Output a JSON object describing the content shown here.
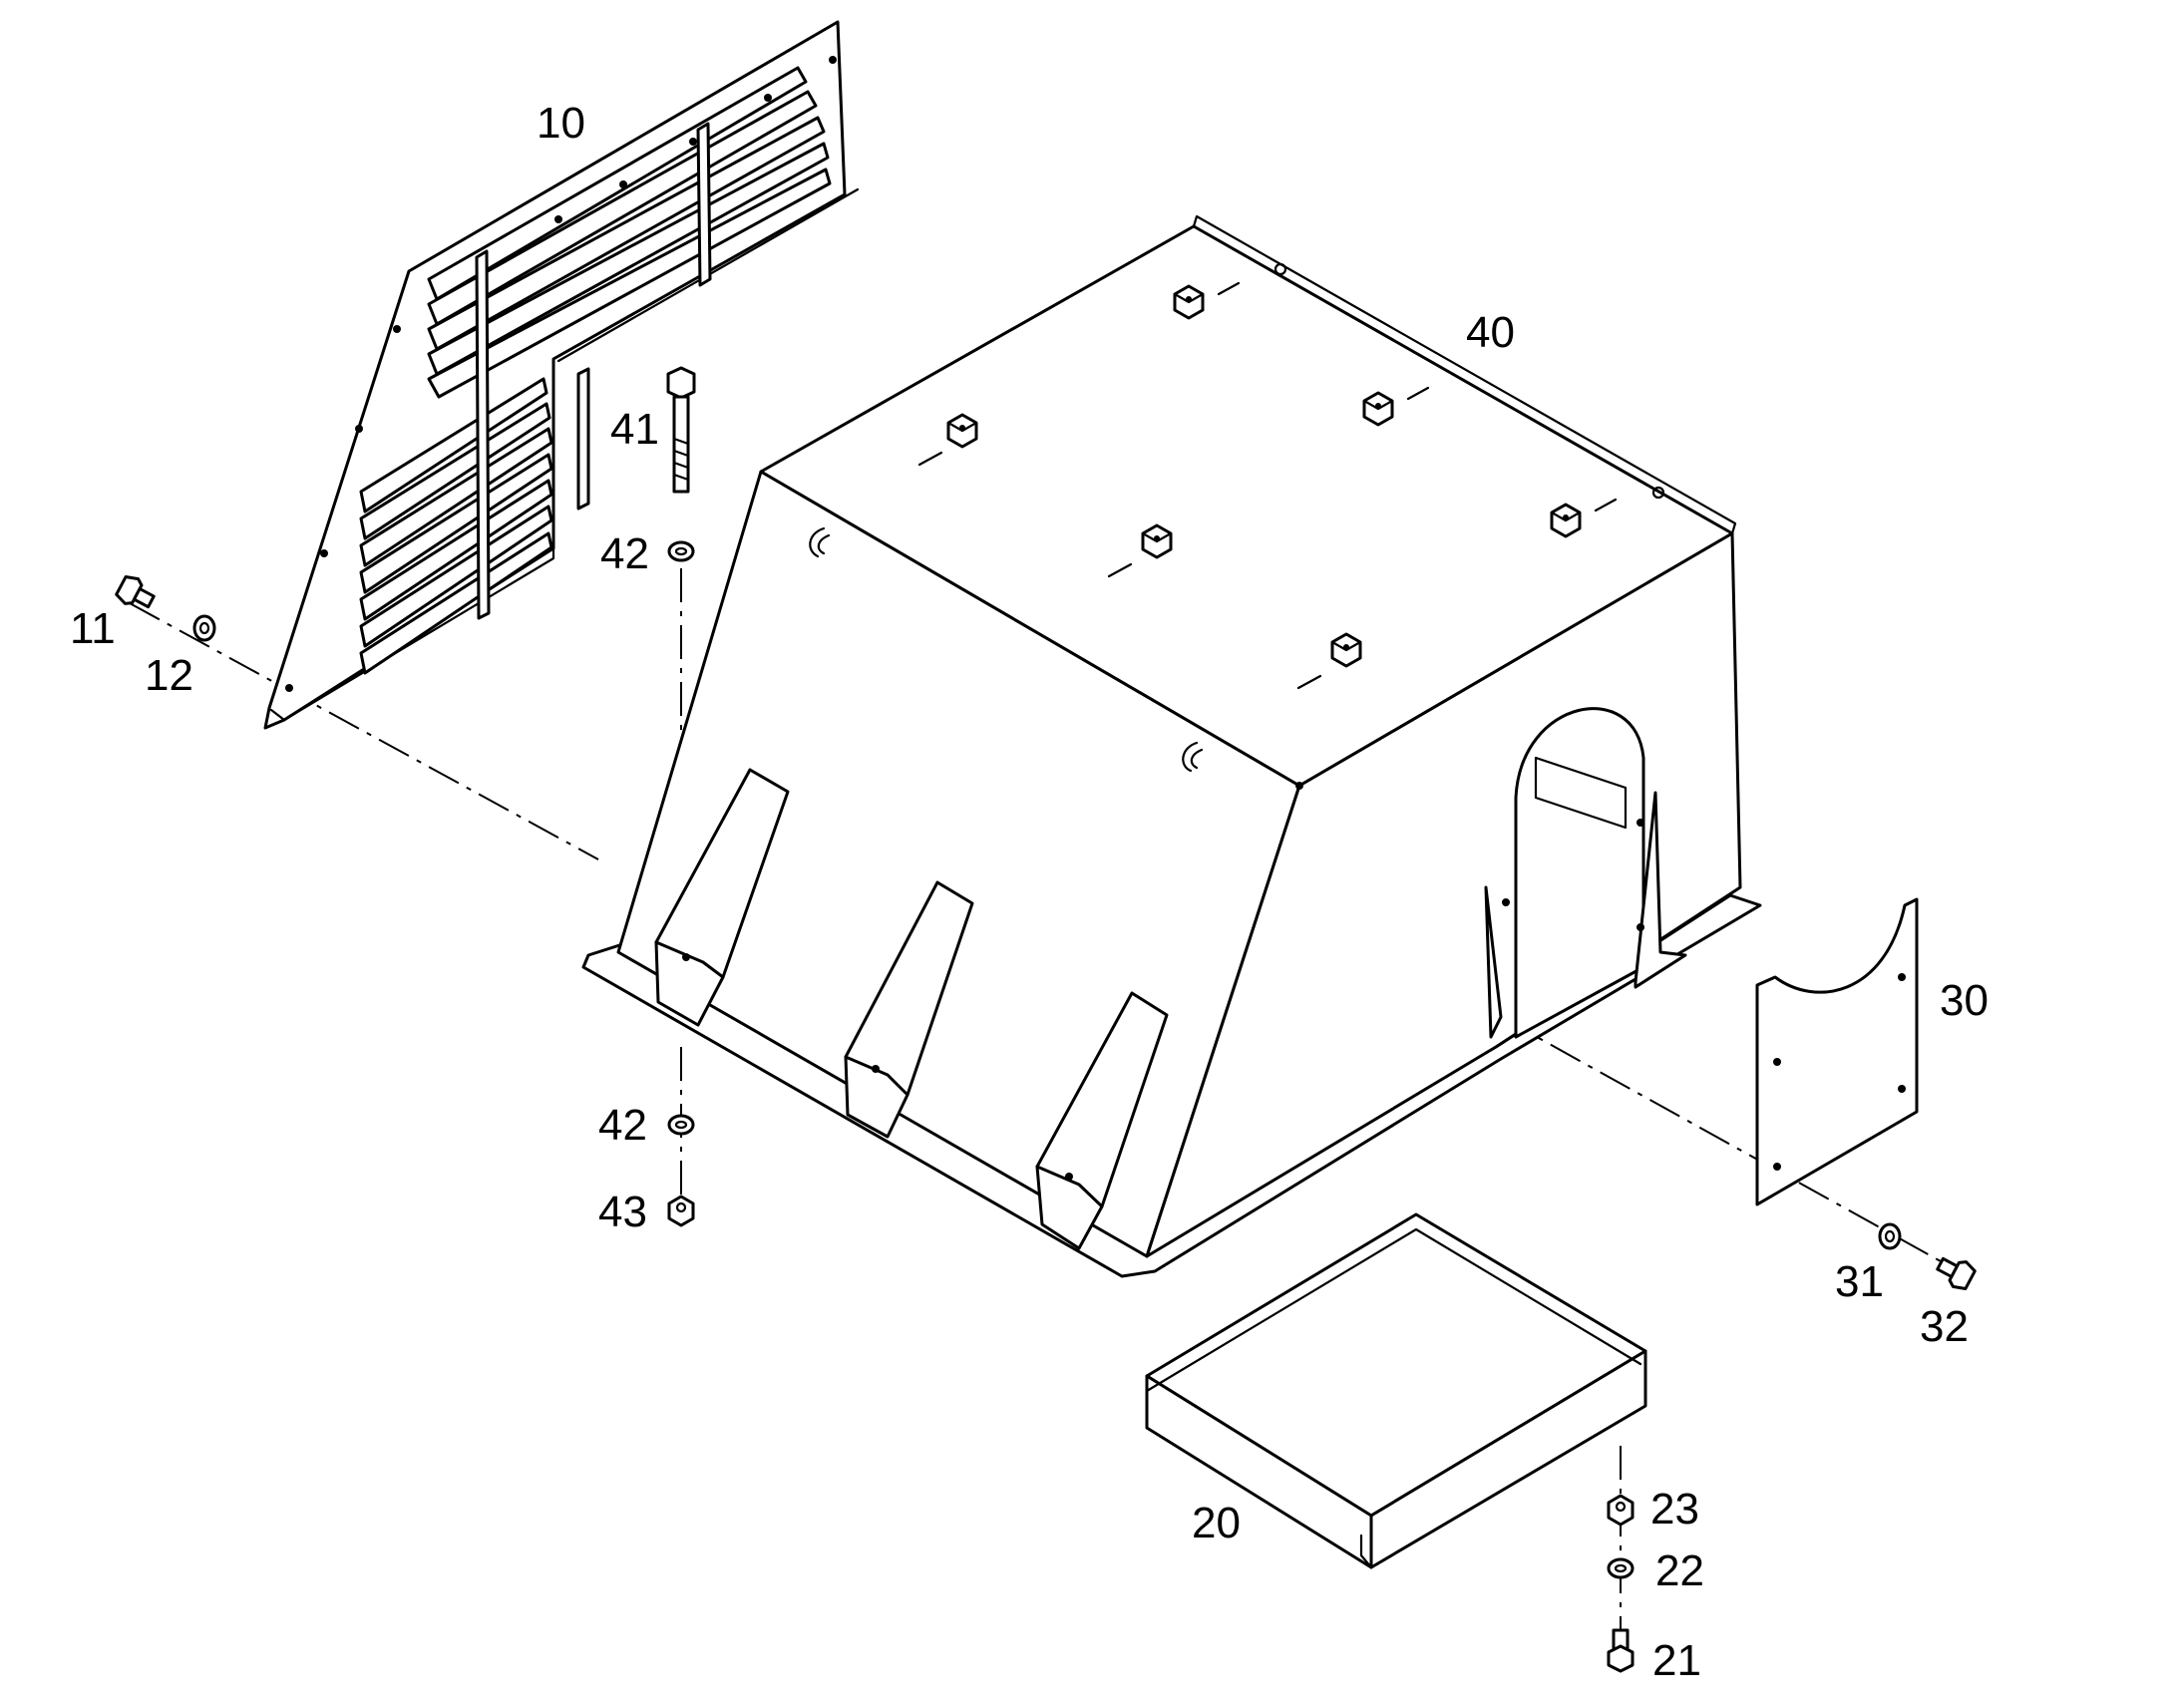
{
  "drawing": {
    "background_color": "#ffffff",
    "line_color": "#000000"
  },
  "callouts": {
    "c10": "10",
    "c11": "11",
    "c12": "12",
    "c20": "20",
    "c21": "21",
    "c22": "22",
    "c23": "23",
    "c30": "30",
    "c31": "31",
    "c32": "32",
    "c40": "40",
    "c41": "41",
    "c42a": "42",
    "c42b": "42",
    "c43": "43"
  }
}
